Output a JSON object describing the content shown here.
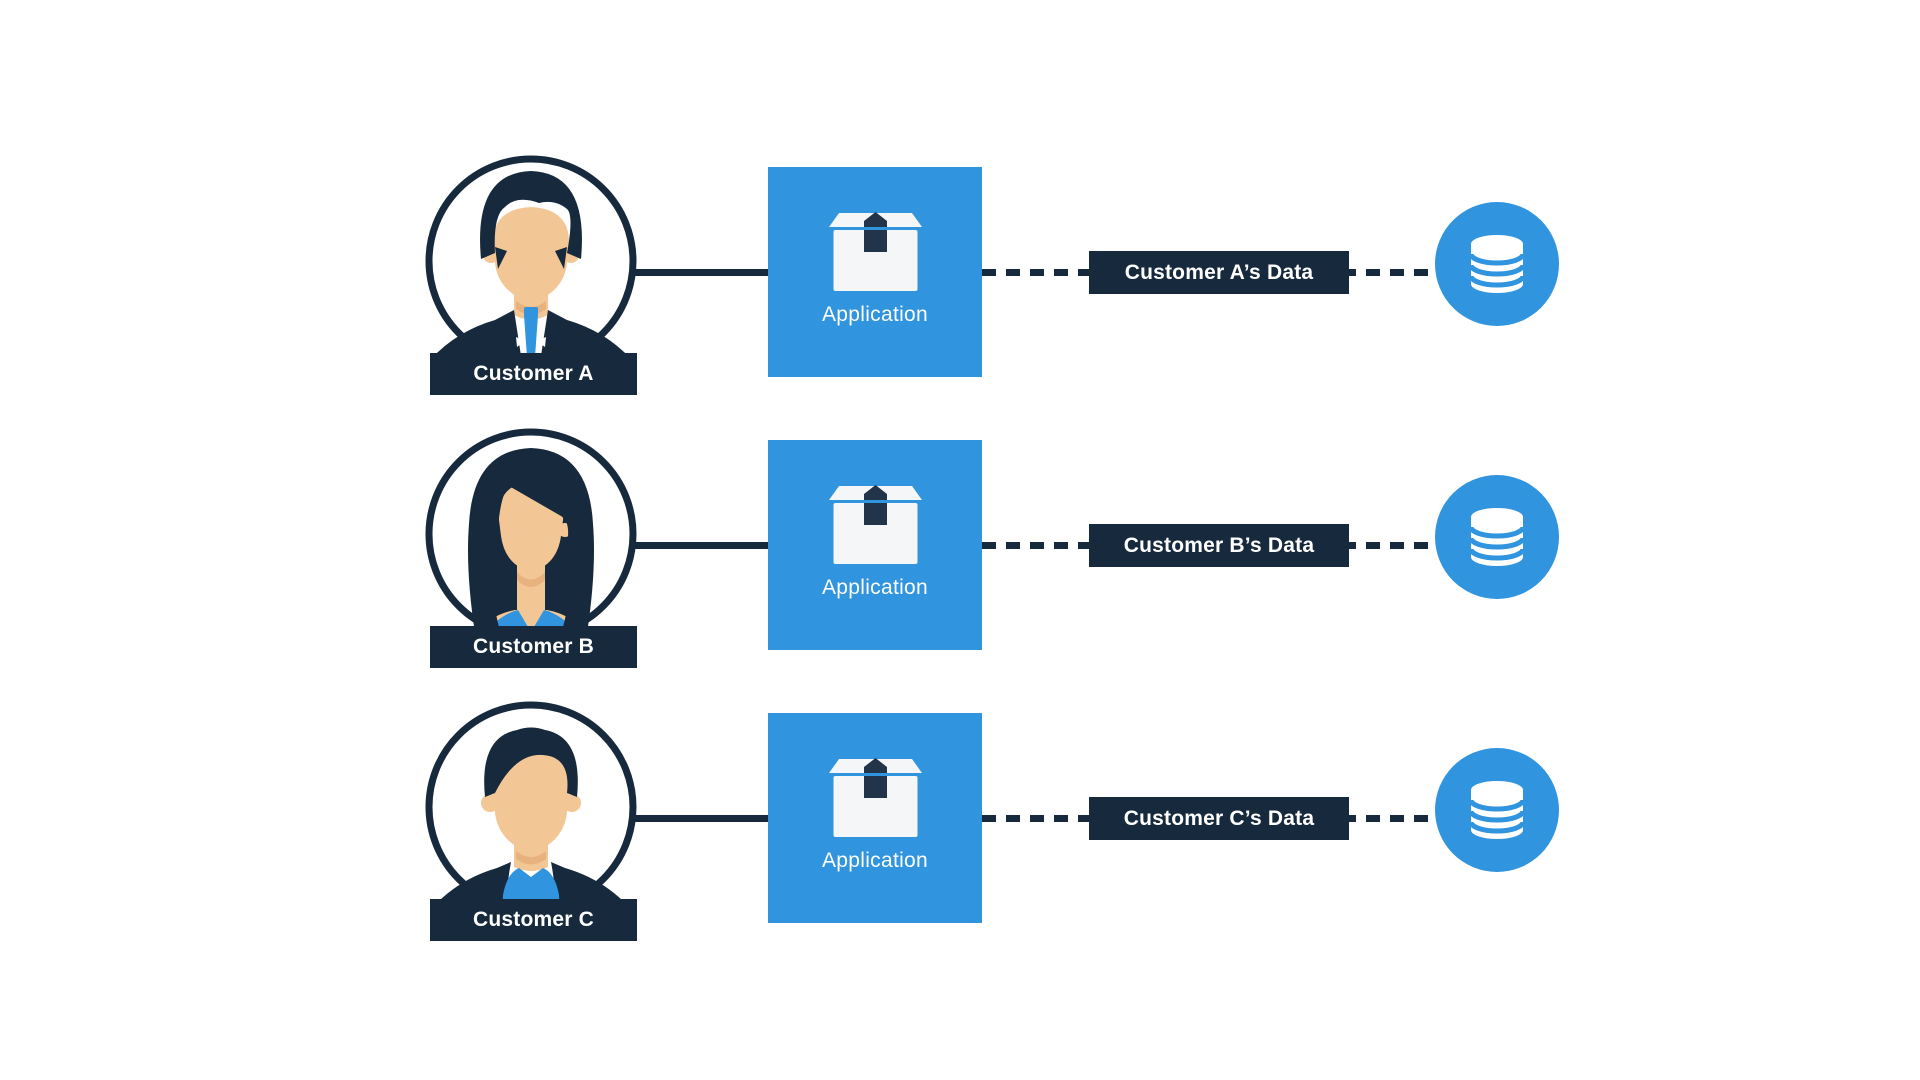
{
  "diagram": {
    "title": "Multi-customer application data isolation diagram",
    "colors": {
      "accent_blue": "#3094DE",
      "dark_navy": "#17293C",
      "skin": "#F3C795",
      "background": "#FFFFFF",
      "icon_white": "#F4F6F8",
      "tape_dark": "#22344A"
    },
    "icons": {
      "application": "package-box-icon",
      "data_store": "database-cylinder-icon",
      "customer_a": "male-suit-avatar",
      "customer_b": "female-avatar",
      "customer_c": "male-casual-avatar"
    },
    "rows": [
      {
        "customer_label": "Customer A",
        "app_label": "Application",
        "data_label": "Customer A’s Data",
        "avatar": "male-suit"
      },
      {
        "customer_label": "Customer B",
        "app_label": "Application",
        "data_label": "Customer B’s Data",
        "avatar": "female"
      },
      {
        "customer_label": "Customer C",
        "app_label": "Application",
        "data_label": "Customer C’s Data",
        "avatar": "male-casual"
      }
    ]
  }
}
